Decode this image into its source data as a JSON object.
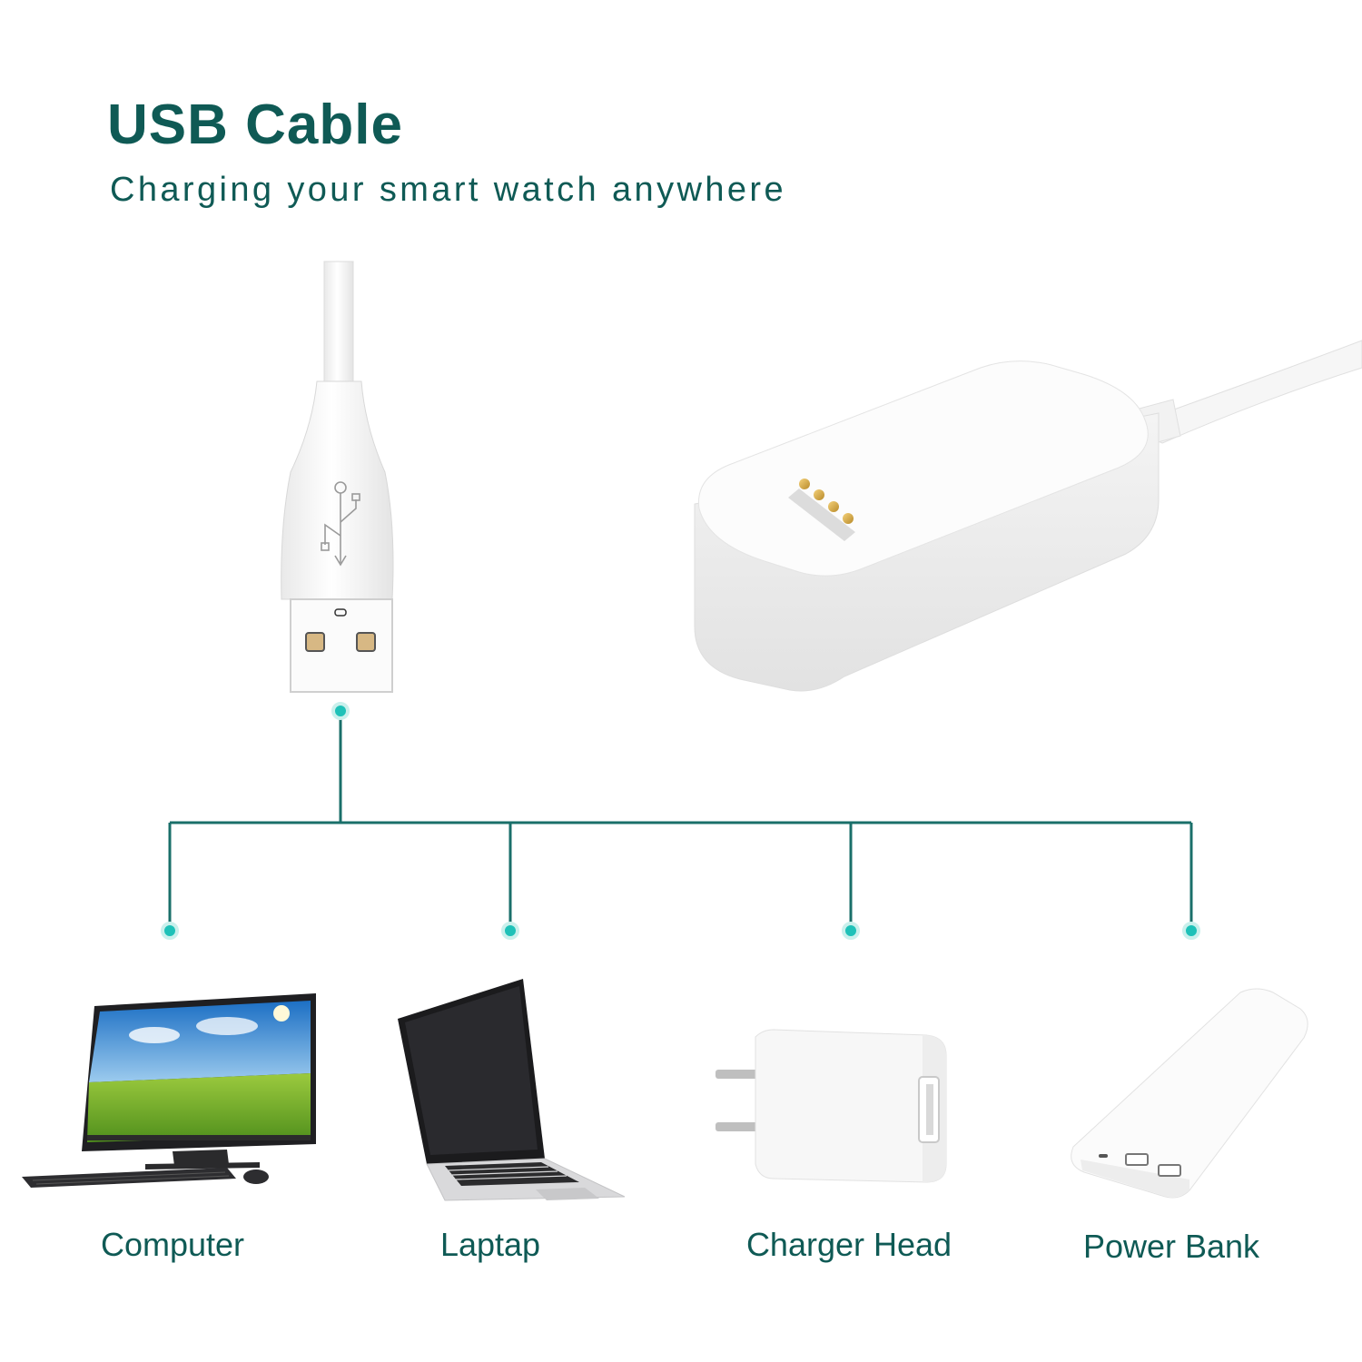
{
  "header": {
    "title": "USB Cable",
    "subtitle": "Charging your smart watch anywhere"
  },
  "colors": {
    "accent": "#0f5a55",
    "node": "#1fc1b8",
    "line": "#1a6f6a"
  },
  "devices": [
    {
      "label": "Computer",
      "icon": "computer-monitor-icon"
    },
    {
      "label": "Laptap",
      "icon": "laptop-icon"
    },
    {
      "label": "Charger Head",
      "icon": "wall-charger-icon"
    },
    {
      "label": "Power Bank",
      "icon": "power-bank-icon"
    }
  ]
}
